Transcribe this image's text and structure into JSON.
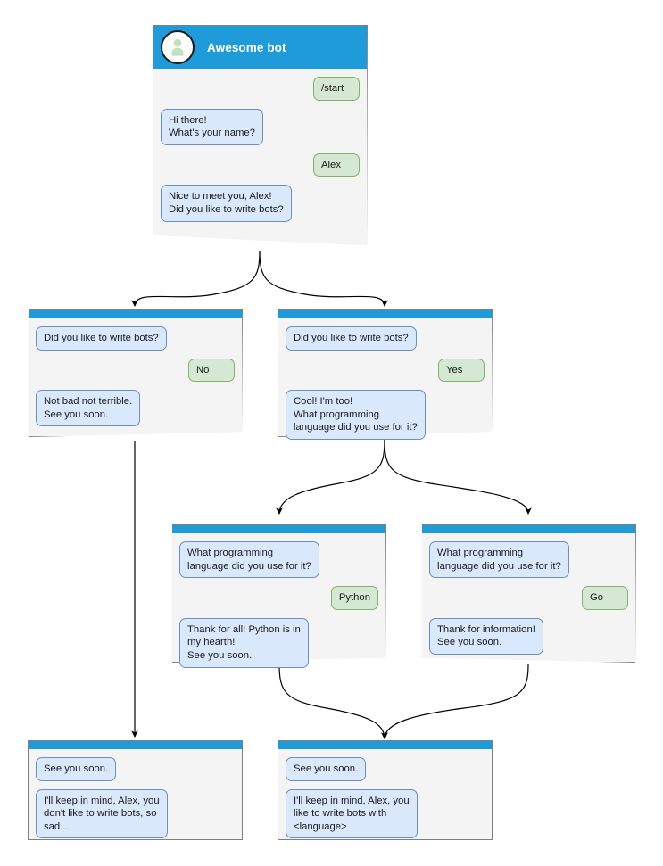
{
  "diagram": {
    "title": "Awesome bot chatbot flow diagram",
    "colors": {
      "titlebar_blue": "#1f9bd9",
      "card_bg": "#f4f4f4",
      "card_border": "#7f7f7f",
      "bot_bubble_fill": "#dae8fc",
      "bot_bubble_border": "#6c8ebf",
      "user_bubble_fill": "#d5e8d4",
      "user_bubble_border": "#82b366",
      "connector": "#000000"
    }
  },
  "nodes": {
    "root": {
      "header_title": "Awesome bot",
      "avatar_icon": "person-avatar-icon",
      "messages": [
        {
          "side": "user",
          "text": "/start"
        },
        {
          "side": "bot",
          "text": "Hi there!\nWhat's your name?"
        },
        {
          "side": "user",
          "text": "Alex"
        },
        {
          "side": "bot",
          "text": "Nice to meet you, Alex!\nDid you like to write bots?"
        }
      ]
    },
    "no_branch": {
      "messages": [
        {
          "side": "bot",
          "text": "Did you like to write bots?"
        },
        {
          "side": "user",
          "text": "No"
        },
        {
          "side": "bot",
          "text": "Not bad not terrible.\nSee you soon."
        }
      ]
    },
    "yes_branch": {
      "messages": [
        {
          "side": "bot",
          "text": "Did you like to write bots?"
        },
        {
          "side": "user",
          "text": "Yes"
        },
        {
          "side": "bot",
          "text": "Cool! I'm too!\nWhat programming\nlanguage did you use for it?"
        }
      ]
    },
    "python_branch": {
      "messages": [
        {
          "side": "bot",
          "text": "What programming\nlanguage did you use for it?"
        },
        {
          "side": "user",
          "text": "Python"
        },
        {
          "side": "bot",
          "text": "Thank for all! Python is in\nmy hearth!\nSee you soon."
        }
      ]
    },
    "go_branch": {
      "messages": [
        {
          "side": "bot",
          "text": "What programming\nlanguage did you use for it?"
        },
        {
          "side": "user",
          "text": "Go"
        },
        {
          "side": "bot",
          "text": "Thank for information!\nSee you soon."
        }
      ]
    },
    "end_sad": {
      "messages": [
        {
          "side": "bot",
          "text": "See you soon."
        },
        {
          "side": "bot",
          "text": "I'll keep in mind, Alex, you\ndon't like to write bots, so\nsad..."
        }
      ]
    },
    "end_happy": {
      "messages": [
        {
          "side": "bot",
          "text": "See you soon."
        },
        {
          "side": "bot",
          "text": "I'll keep in mind, Alex, you\nlike to write bots with\n<language>"
        }
      ]
    }
  }
}
